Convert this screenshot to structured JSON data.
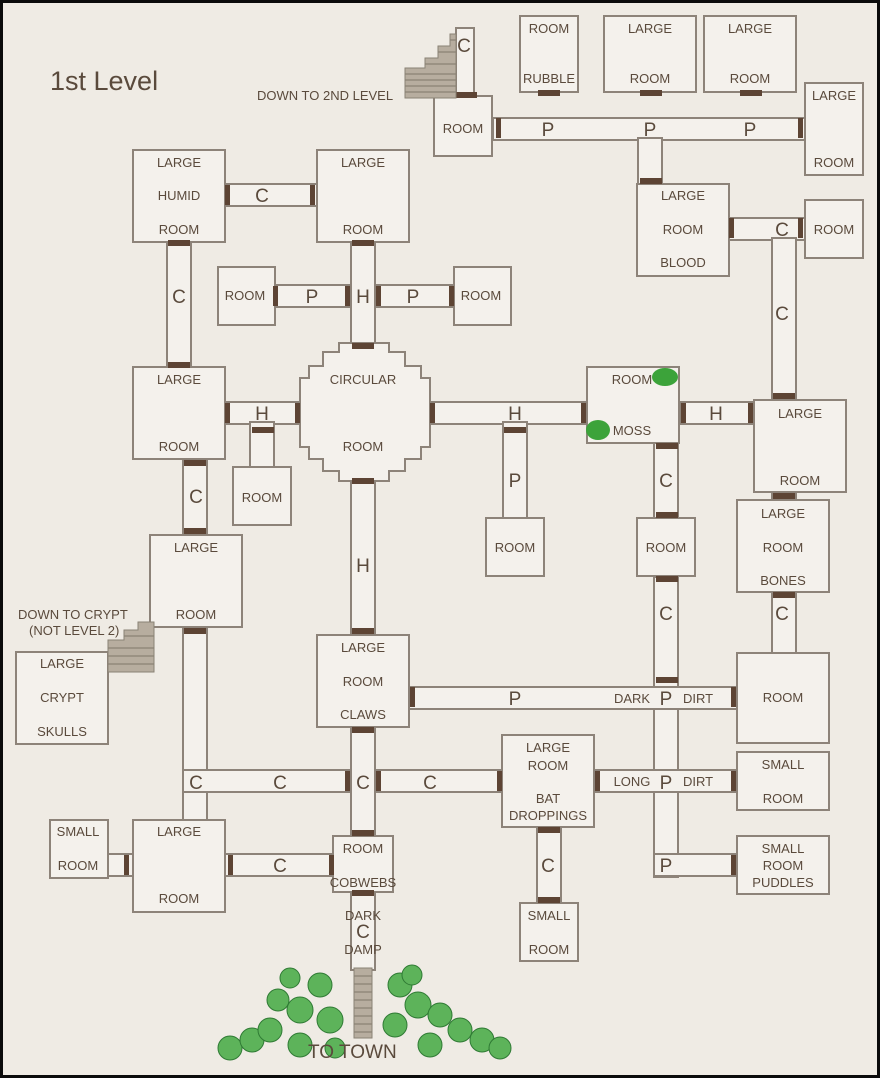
{
  "title": "1st Level",
  "labels": {
    "down2": "DOWN TO 2ND LEVEL",
    "downcrypt1": "DOWN TO CRYPT",
    "downcrypt2": "(NOT LEVEL 2)",
    "town": "TO TOWN"
  },
  "rooms": {
    "rubble": [
      "ROOM",
      "RUBBLE"
    ],
    "stair_room": [
      "ROOM"
    ],
    "large_t1": [
      "LARGE",
      "ROOM"
    ],
    "large_t2": [
      "LARGE",
      "ROOM"
    ],
    "large_r": [
      "LARGE",
      "ROOM"
    ],
    "humid": [
      "LARGE",
      "HUMID",
      "ROOM"
    ],
    "large_top": [
      "LARGE",
      "ROOM"
    ],
    "blood": [
      "LARGE",
      "ROOM",
      "BLOOD"
    ],
    "room_blood_e": [
      "ROOM"
    ],
    "room_l": [
      "ROOM"
    ],
    "room_r": [
      "ROOM"
    ],
    "large_w": [
      "LARGE",
      "ROOM"
    ],
    "circular": [
      "CIRCULAR",
      "ROOM"
    ],
    "moss": [
      "ROOM",
      "MOSS"
    ],
    "large_e": [
      "LARGE",
      "ROOM"
    ],
    "room_sw": [
      "ROOM"
    ],
    "room_p": [
      "ROOM"
    ],
    "room_c": [
      "ROOM"
    ],
    "bones": [
      "LARGE",
      "ROOM",
      "BONES"
    ],
    "large_mw": [
      "LARGE",
      "ROOM"
    ],
    "room_se": [
      "ROOM"
    ],
    "crypt": [
      "LARGE",
      "CRYPT",
      "SKULLS"
    ],
    "claws": [
      "LARGE",
      "ROOM",
      "CLAWS"
    ],
    "bat": [
      "LARGE",
      "ROOM",
      "BAT",
      "DROPPINGS"
    ],
    "small_r1": [
      "SMALL",
      "ROOM"
    ],
    "small_w": [
      "SMALL",
      "ROOM"
    ],
    "large_sw": [
      "LARGE",
      "ROOM"
    ],
    "cobwebs": [
      "ROOM",
      "COBWEBS"
    ],
    "puddles": [
      "SMALL",
      "ROOM",
      "PUDDLES"
    ],
    "small_s": [
      "SMALL",
      "ROOM"
    ]
  },
  "corridors": {
    "dark_damp": [
      "DARK",
      "DAMP"
    ],
    "dark_dirt": [
      "DARK",
      "DIRT"
    ],
    "long_dirt": [
      "LONG",
      "DIRT"
    ]
  },
  "passage_codes": {
    "C": "C",
    "P": "P",
    "H": "H"
  }
}
